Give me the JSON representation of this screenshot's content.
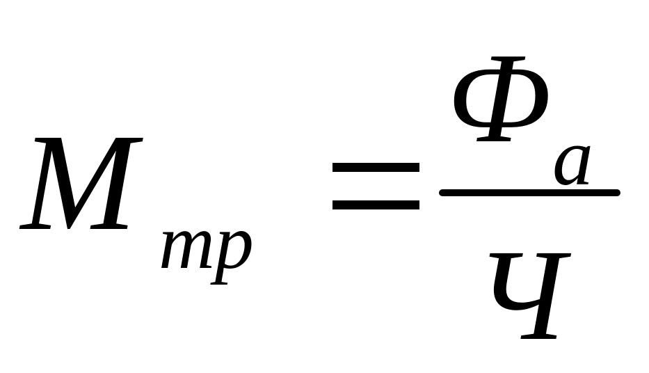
{
  "formula": {
    "lhs": {
      "symbol": "M",
      "subscript": "тр"
    },
    "operator": "=",
    "rhs": {
      "numerator": {
        "symbol": "Ф",
        "subscript": "а"
      },
      "denominator": "Ч"
    }
  }
}
